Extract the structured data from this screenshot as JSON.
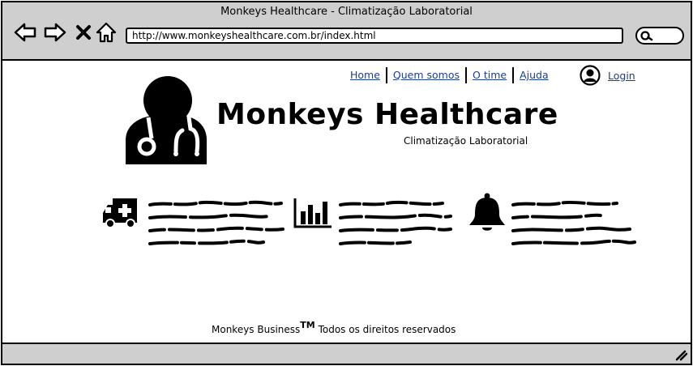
{
  "window": {
    "title": "Monkeys Healthcare - Climatização Laboratorial",
    "url": "http://www.monkeyshealthcare.com.br/index.html"
  },
  "toolbar": {
    "icons": [
      "back-arrow-icon",
      "forward-arrow-icon",
      "close-x-icon",
      "home-icon",
      "search-icon"
    ]
  },
  "nav": {
    "items": [
      {
        "label": "Home"
      },
      {
        "label": "Quem somos"
      },
      {
        "label": "O time"
      },
      {
        "label": "Ajuda"
      }
    ],
    "login_label": "Login"
  },
  "brand": {
    "title": "Monkeys Healthcare",
    "subtitle": "Climatização Laboratorial"
  },
  "features": [
    {
      "icon": "ambulance-icon"
    },
    {
      "icon": "bar-chart-icon"
    },
    {
      "icon": "bell-icon"
    }
  ],
  "footer": {
    "company": "Monkeys Business",
    "tm": "TM",
    "rights": "Todos os direitos reservados"
  },
  "colors": {
    "link": "#1b3e8e",
    "chrome": "#cfcfcf",
    "ink": "#000000"
  }
}
